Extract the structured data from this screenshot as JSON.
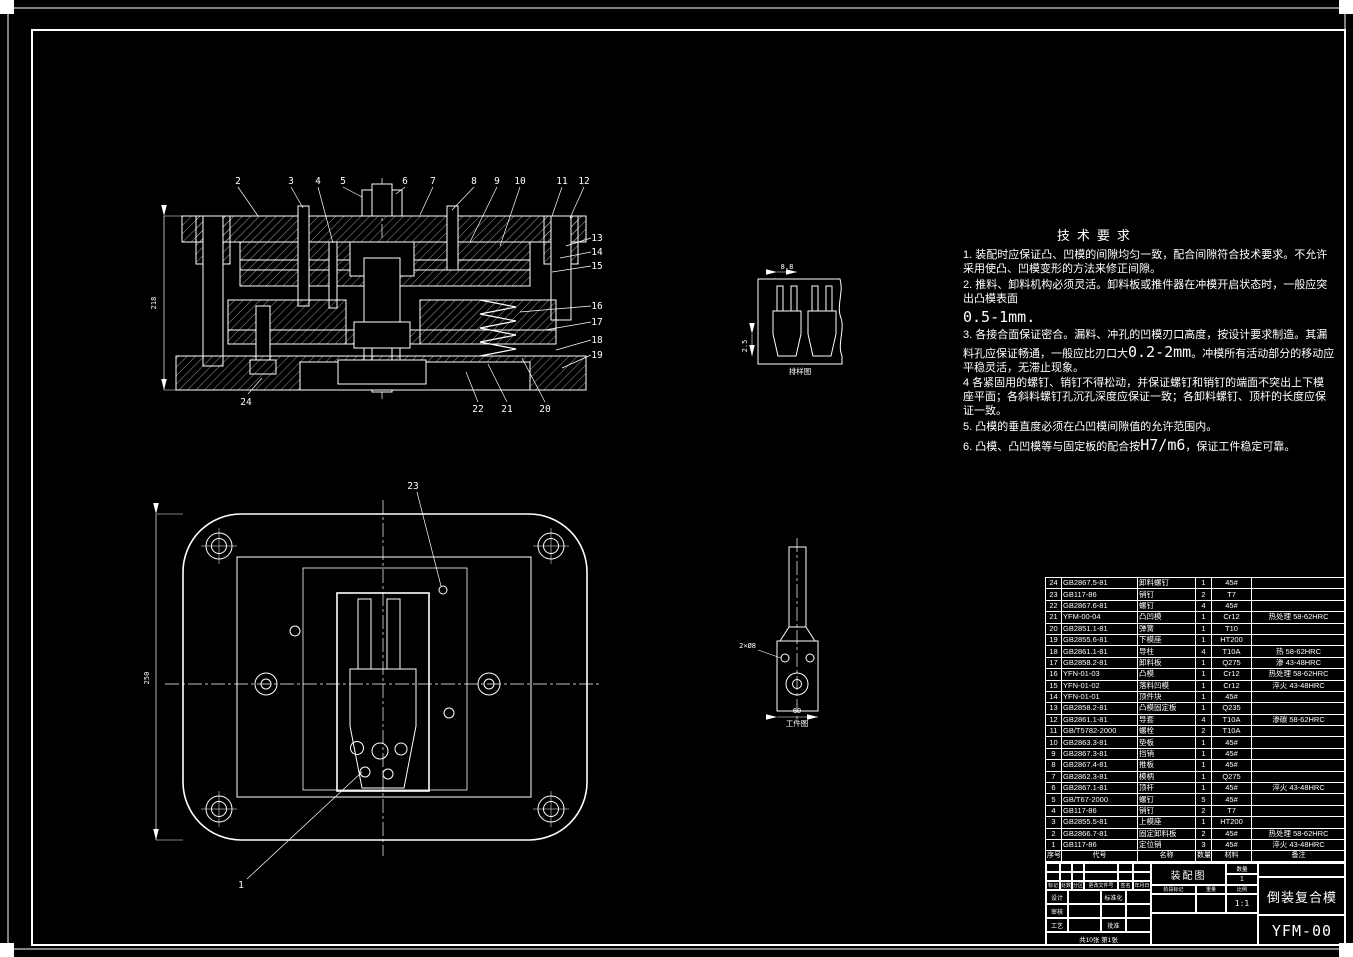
{
  "sheet": {
    "bg": "#000000",
    "line": "#ffffff"
  },
  "tech": {
    "title": "技术要求",
    "line1": "1. 装配时应保证凸、凹模的间隙均匀一致，配合间隙符合技术要求。不允许采用使凸、凹模变形的方法来修正间隙。",
    "line2": "2. 推料、卸料机构必须灵活。卸料板或推件器在冲模开启状态时，一般应突出凸模表面",
    "line2_value": "0.5-1mm.",
    "line3_pre": "3. 各接合面保证密合。漏料、冲孔的凹模刃口高度，按设计要求制造。其漏料孔应保证畅通，一般应比刃口大",
    "line3_value": "0.2-2mm",
    "line3_post": "。冲模所有活动部分的移动应平稳灵活，无滞止现象。",
    "line4": "4 各紧固用的螺钉、销钉不得松动，并保证螺钉和销钉的端面不突出上下模座平面；各斜料螺钉孔沉孔深度应保证一致；各卸料螺钉、顶杆的长度应保证一致。",
    "line5": "5. 凸模的垂直度必须在凸凹模间隙值的允许范围内。",
    "line6_pre": "6. 凸模、凸凹模等与固定板的配合按",
    "line6_value": "H7/m6",
    "line6_post": "，保证工件稳定可靠。"
  },
  "captions": {
    "strip_view": "排样图",
    "workpiece_view": "工件图"
  },
  "dims": {
    "section_height": "218",
    "plan_height": "250",
    "strip_pitch": "8.8",
    "strip_edge": "2.5",
    "workpiece_width": "60",
    "workpiece_holes": "2×Ø8"
  },
  "callouts": {
    "section_top": [
      "2",
      "3",
      "4",
      "5",
      "6",
      "7",
      "8",
      "9",
      "10",
      "11",
      "12"
    ],
    "section_right": [
      "13",
      "14",
      "15",
      "16",
      "17",
      "18",
      "19"
    ],
    "section_bottom": [
      "24",
      "22",
      "21",
      "20"
    ],
    "plan_top": "23",
    "plan_bottom": "1"
  },
  "bom": {
    "headers": {
      "num": "序号",
      "code": "代号",
      "name": "名称",
      "qty": "数量",
      "material": "材料",
      "note": "备注"
    },
    "rows": [
      {
        "num": "24",
        "code": "GB2867.5-81",
        "name": "卸料螺钉",
        "qty": "1",
        "material": "45#",
        "note": ""
      },
      {
        "num": "23",
        "code": "GB117-86",
        "name": "销钉",
        "qty": "2",
        "material": "T7",
        "note": ""
      },
      {
        "num": "22",
        "code": "GB2867.6-81",
        "name": "螺钉",
        "qty": "4",
        "material": "45#",
        "note": ""
      },
      {
        "num": "21",
        "code": "YFM-00-04",
        "name": "凸凹模",
        "qty": "1",
        "material": "Cr12",
        "note": "热处理 58-62HRC"
      },
      {
        "num": "20",
        "code": "GB2851.1-81",
        "name": "弹簧",
        "qty": "1",
        "material": "T10",
        "note": ""
      },
      {
        "num": "19",
        "code": "GB2855.6-81",
        "name": "下模座",
        "qty": "1",
        "material": "HT200",
        "note": ""
      },
      {
        "num": "18",
        "code": "GB2861.1-81",
        "name": "导柱",
        "qty": "4",
        "material": "T10A",
        "note": "热 58-62HRC"
      },
      {
        "num": "17",
        "code": "GB2858.2-81",
        "name": "卸料板",
        "qty": "1",
        "material": "Q275",
        "note": "渗 43-48HRC"
      },
      {
        "num": "16",
        "code": "YFN-01-03",
        "name": "凸模",
        "qty": "1",
        "material": "Cr12",
        "note": "热处理 58-62HRC"
      },
      {
        "num": "15",
        "code": "YFN-01-02",
        "name": "落料凹模",
        "qty": "1",
        "material": "Cr12",
        "note": "淬火 43-48HRC"
      },
      {
        "num": "14",
        "code": "YFN-01-01",
        "name": "顶件块",
        "qty": "1",
        "material": "45#",
        "note": ""
      },
      {
        "num": "13",
        "code": "GB2858.2-81",
        "name": "凸模固定板",
        "qty": "1",
        "material": "Q235",
        "note": ""
      },
      {
        "num": "12",
        "code": "GB2861.1-81",
        "name": "导套",
        "qty": "4",
        "material": "T10A",
        "note": "渗碳 58-62HRC"
      },
      {
        "num": "11",
        "code": "GB/T5782-2000",
        "name": "螺栓",
        "qty": "2",
        "material": "T10A",
        "note": ""
      },
      {
        "num": "10",
        "code": "GB2863.3-81",
        "name": "垫板",
        "qty": "1",
        "material": "45#",
        "note": ""
      },
      {
        "num": "9",
        "code": "GB2867.3-81",
        "name": "挡销",
        "qty": "1",
        "material": "45#",
        "note": ""
      },
      {
        "num": "8",
        "code": "GB2867.4-81",
        "name": "推板",
        "qty": "1",
        "material": "45#",
        "note": ""
      },
      {
        "num": "7",
        "code": "GB2862.3-81",
        "name": "模柄",
        "qty": "1",
        "material": "Q275",
        "note": ""
      },
      {
        "num": "6",
        "code": "GB2867.1-81",
        "name": "顶杆",
        "qty": "1",
        "material": "45#",
        "note": "淬火 43-48HRC"
      },
      {
        "num": "5",
        "code": "GB/T67-2000",
        "name": "螺钉",
        "qty": "5",
        "material": "45#",
        "note": ""
      },
      {
        "num": "4",
        "code": "GB117-86",
        "name": "销钉",
        "qty": "2",
        "material": "T7",
        "note": ""
      },
      {
        "num": "3",
        "code": "GB2855.5-81",
        "name": "上模座",
        "qty": "1",
        "material": "HT200",
        "note": ""
      },
      {
        "num": "2",
        "code": "GB2866.7-81",
        "name": "固定卸料板",
        "qty": "2",
        "material": "45#",
        "note": "热处理 58-62HRC"
      },
      {
        "num": "1",
        "code": "GB117-86",
        "name": "定位销",
        "qty": "3",
        "material": "45#",
        "note": "淬火 43-48HRC"
      }
    ]
  },
  "title_block": {
    "view_label": "装配图",
    "product_name": "倒装复合模",
    "drawing_number": "YFM-00",
    "qty_label": "数量",
    "qty_value": "1",
    "stage_label": "阶段标记",
    "weight_label": "重量",
    "scale_label": "比例",
    "scale_value": "1:1",
    "sheet_info": "共10张 第1张",
    "rev_headers": [
      "标记",
      "处数",
      "分区",
      "更改文件号",
      "签名",
      "年月日"
    ],
    "role_design": "设计",
    "role_check": "审核",
    "role_process": "工艺",
    "role_standard": "标准化",
    "role_approve": "批准"
  }
}
